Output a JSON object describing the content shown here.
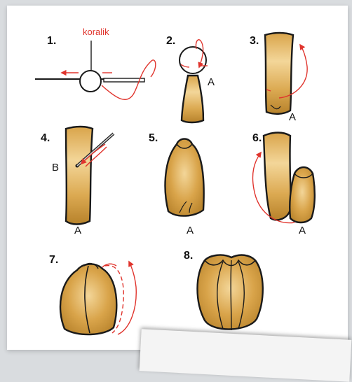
{
  "steps": [
    {
      "number": "1."
    },
    {
      "number": "2."
    },
    {
      "number": "3."
    },
    {
      "number": "4."
    },
    {
      "number": "5."
    },
    {
      "number": "6."
    },
    {
      "number": "7."
    },
    {
      "number": "8."
    }
  ],
  "labels": {
    "bead": "koralik",
    "point_a": "A",
    "point_b": "B"
  },
  "colors": {
    "fabric_light": "#f3d699",
    "fabric_mid": "#d9a44a",
    "fabric_dark": "#b7822b",
    "arrow_red": "#e0342d",
    "outline": "#1a1a1a"
  }
}
